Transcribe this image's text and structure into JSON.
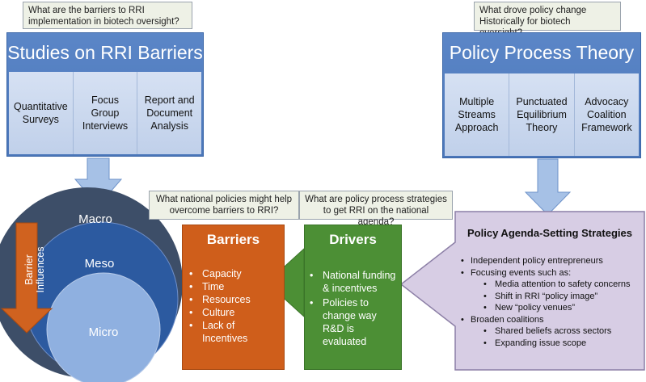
{
  "questions": {
    "barriers": "What are the barriers to RRI implementation in biotech oversight?",
    "policy_change": "What drove policy change Historically for biotech oversight?",
    "national_policies": "What national policies might help overcome barriers to RRI?",
    "strategies": "What are policy process strategies to get RRI on the national agenda?"
  },
  "studies": {
    "title": "Studies on RRI Barriers",
    "methods": [
      "Quantitative Surveys",
      "Focus Group Interviews",
      "Report and Document Analysis"
    ]
  },
  "theory": {
    "title": "Policy Process Theory",
    "approaches": [
      "Multiple Streams Approach",
      "Punctuated Equilibrium Theory",
      "Advocacy Coalition Framework"
    ]
  },
  "levels": {
    "macro": "Macro",
    "meso": "Meso",
    "micro": "Micro",
    "arrow_label": "Barrier Influences"
  },
  "barriers": {
    "title": "Barriers",
    "items": [
      "Capacity",
      "Time",
      "Resources",
      "Culture",
      "Lack of Incentives"
    ]
  },
  "drivers": {
    "title": "Drivers",
    "items": [
      "National funding & incentives",
      "Policies to change way R&D is evaluated"
    ]
  },
  "agenda": {
    "title": "Policy Agenda-Setting Strategies",
    "items": [
      {
        "text": "Independent policy entrepreneurs",
        "level": 1
      },
      {
        "text": "Focusing events such as:",
        "level": 1
      },
      {
        "text": "Media attention to safety concerns",
        "level": 2
      },
      {
        "text": "Shift in RRI “policy image”",
        "level": 2
      },
      {
        "text": "New “policy venues”",
        "level": 2
      },
      {
        "text": "Broaden coalitions",
        "level": 1
      },
      {
        "text": "Shared beliefs across sectors",
        "level": 2
      },
      {
        "text": "Expanding issue scope",
        "level": 2
      }
    ]
  },
  "colors": {
    "blue_panel": "#4f7cc0",
    "light_blue": "#c9d7ef",
    "circle_outer": "#3d4e68",
    "circle_mid": "#2c5aa0",
    "circle_inner": "#8fb0e0",
    "orange": "#cf5e1b",
    "green": "#4c8f35",
    "purple": "#d7cde4"
  }
}
